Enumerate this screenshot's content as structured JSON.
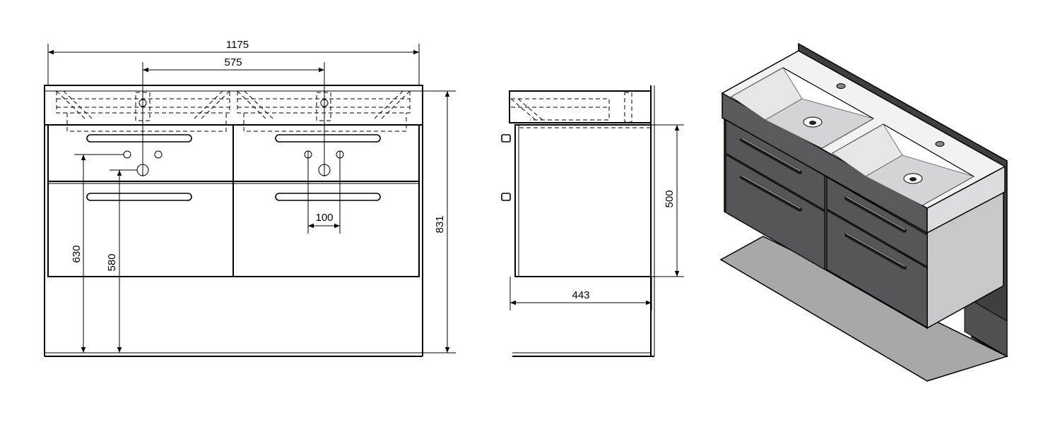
{
  "dimensions": {
    "total_width": "1175",
    "sink_spacing": "575",
    "valve_spacing": "100",
    "total_height": "831",
    "height_630": "630",
    "height_580": "580",
    "depth": "443",
    "cabinet_height": "500"
  },
  "colors": {
    "line": "#000000",
    "cabinet_dark": "#4a4a4e",
    "cabinet_side": "#5c5c60",
    "basin_top": "#f2f2f2",
    "floor_shadow": "#a8a8a8"
  }
}
